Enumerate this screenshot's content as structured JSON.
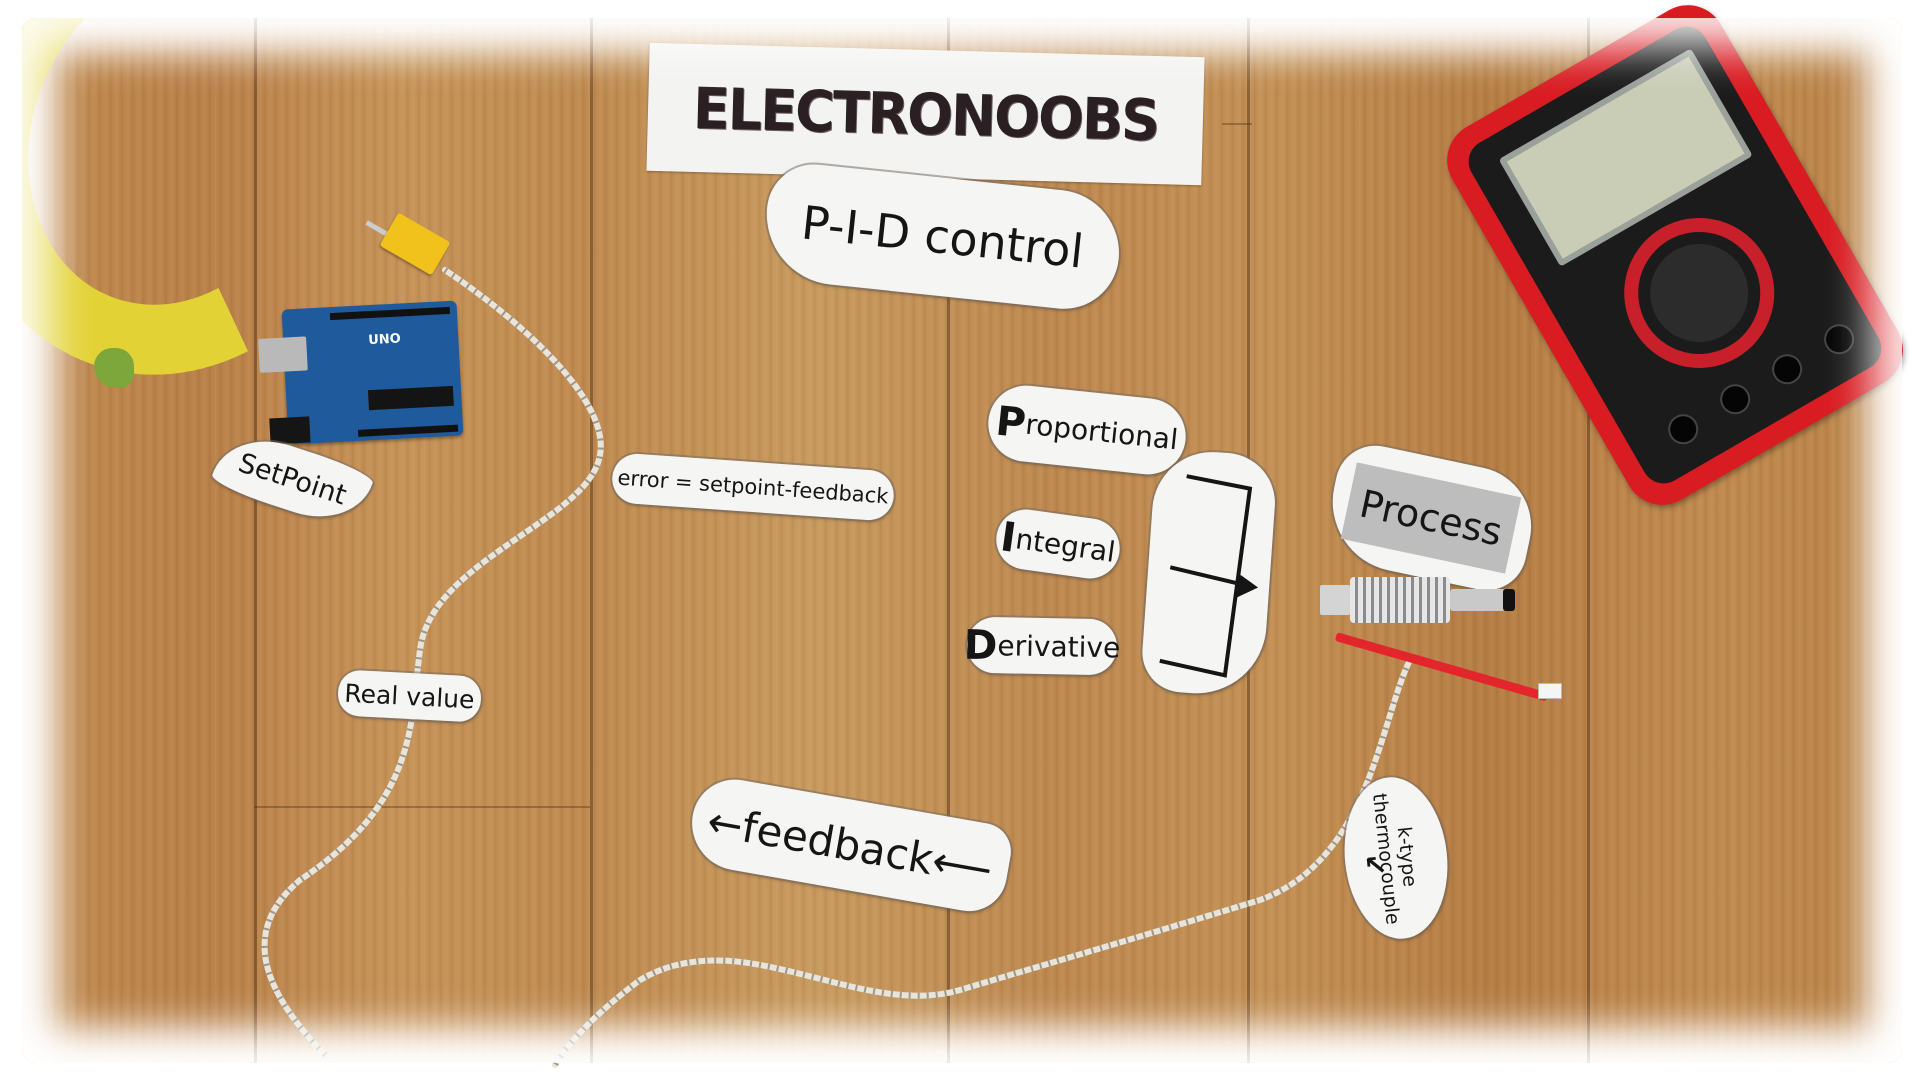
{
  "scene": {
    "description": "Top-down photo of a wooden floor with paper labels explaining a PID temperature control loop",
    "colors": {
      "wood": "#c08a4e",
      "paper": "#f5f5f3",
      "ink": "#151515",
      "multimeter_red": "#d81c22",
      "banana_yellow": "#e2d235",
      "connector_yellow": "#f1c21b",
      "arduino_blue": "#1f5a9c",
      "heater_wire_red": "#e3262b"
    }
  },
  "logo": {
    "text": "ELECTRONOOBS"
  },
  "labels": {
    "title": "P-I-D control",
    "setpoint": "SetPoint",
    "error": "error = setpoint-feedback",
    "real_value": "Real value",
    "proportional": {
      "initial": "P",
      "rest": "roportional"
    },
    "integral": {
      "initial": "I",
      "rest": "ntegral"
    },
    "derivative": {
      "initial": "D",
      "rest": "erivative"
    },
    "process": "Process",
    "feedback": "←feedback⟵",
    "thermocouple": "k-type thermocouple",
    "thermocouple_arrow": "↖"
  },
  "objects": {
    "arduino": {
      "label": "UNO"
    },
    "summing_symbol": "→",
    "multimeter": "digital multimeter",
    "hotend": "3D printer hotend with heater",
    "connector": "k-type thermocouple connector",
    "banana": "banana"
  }
}
